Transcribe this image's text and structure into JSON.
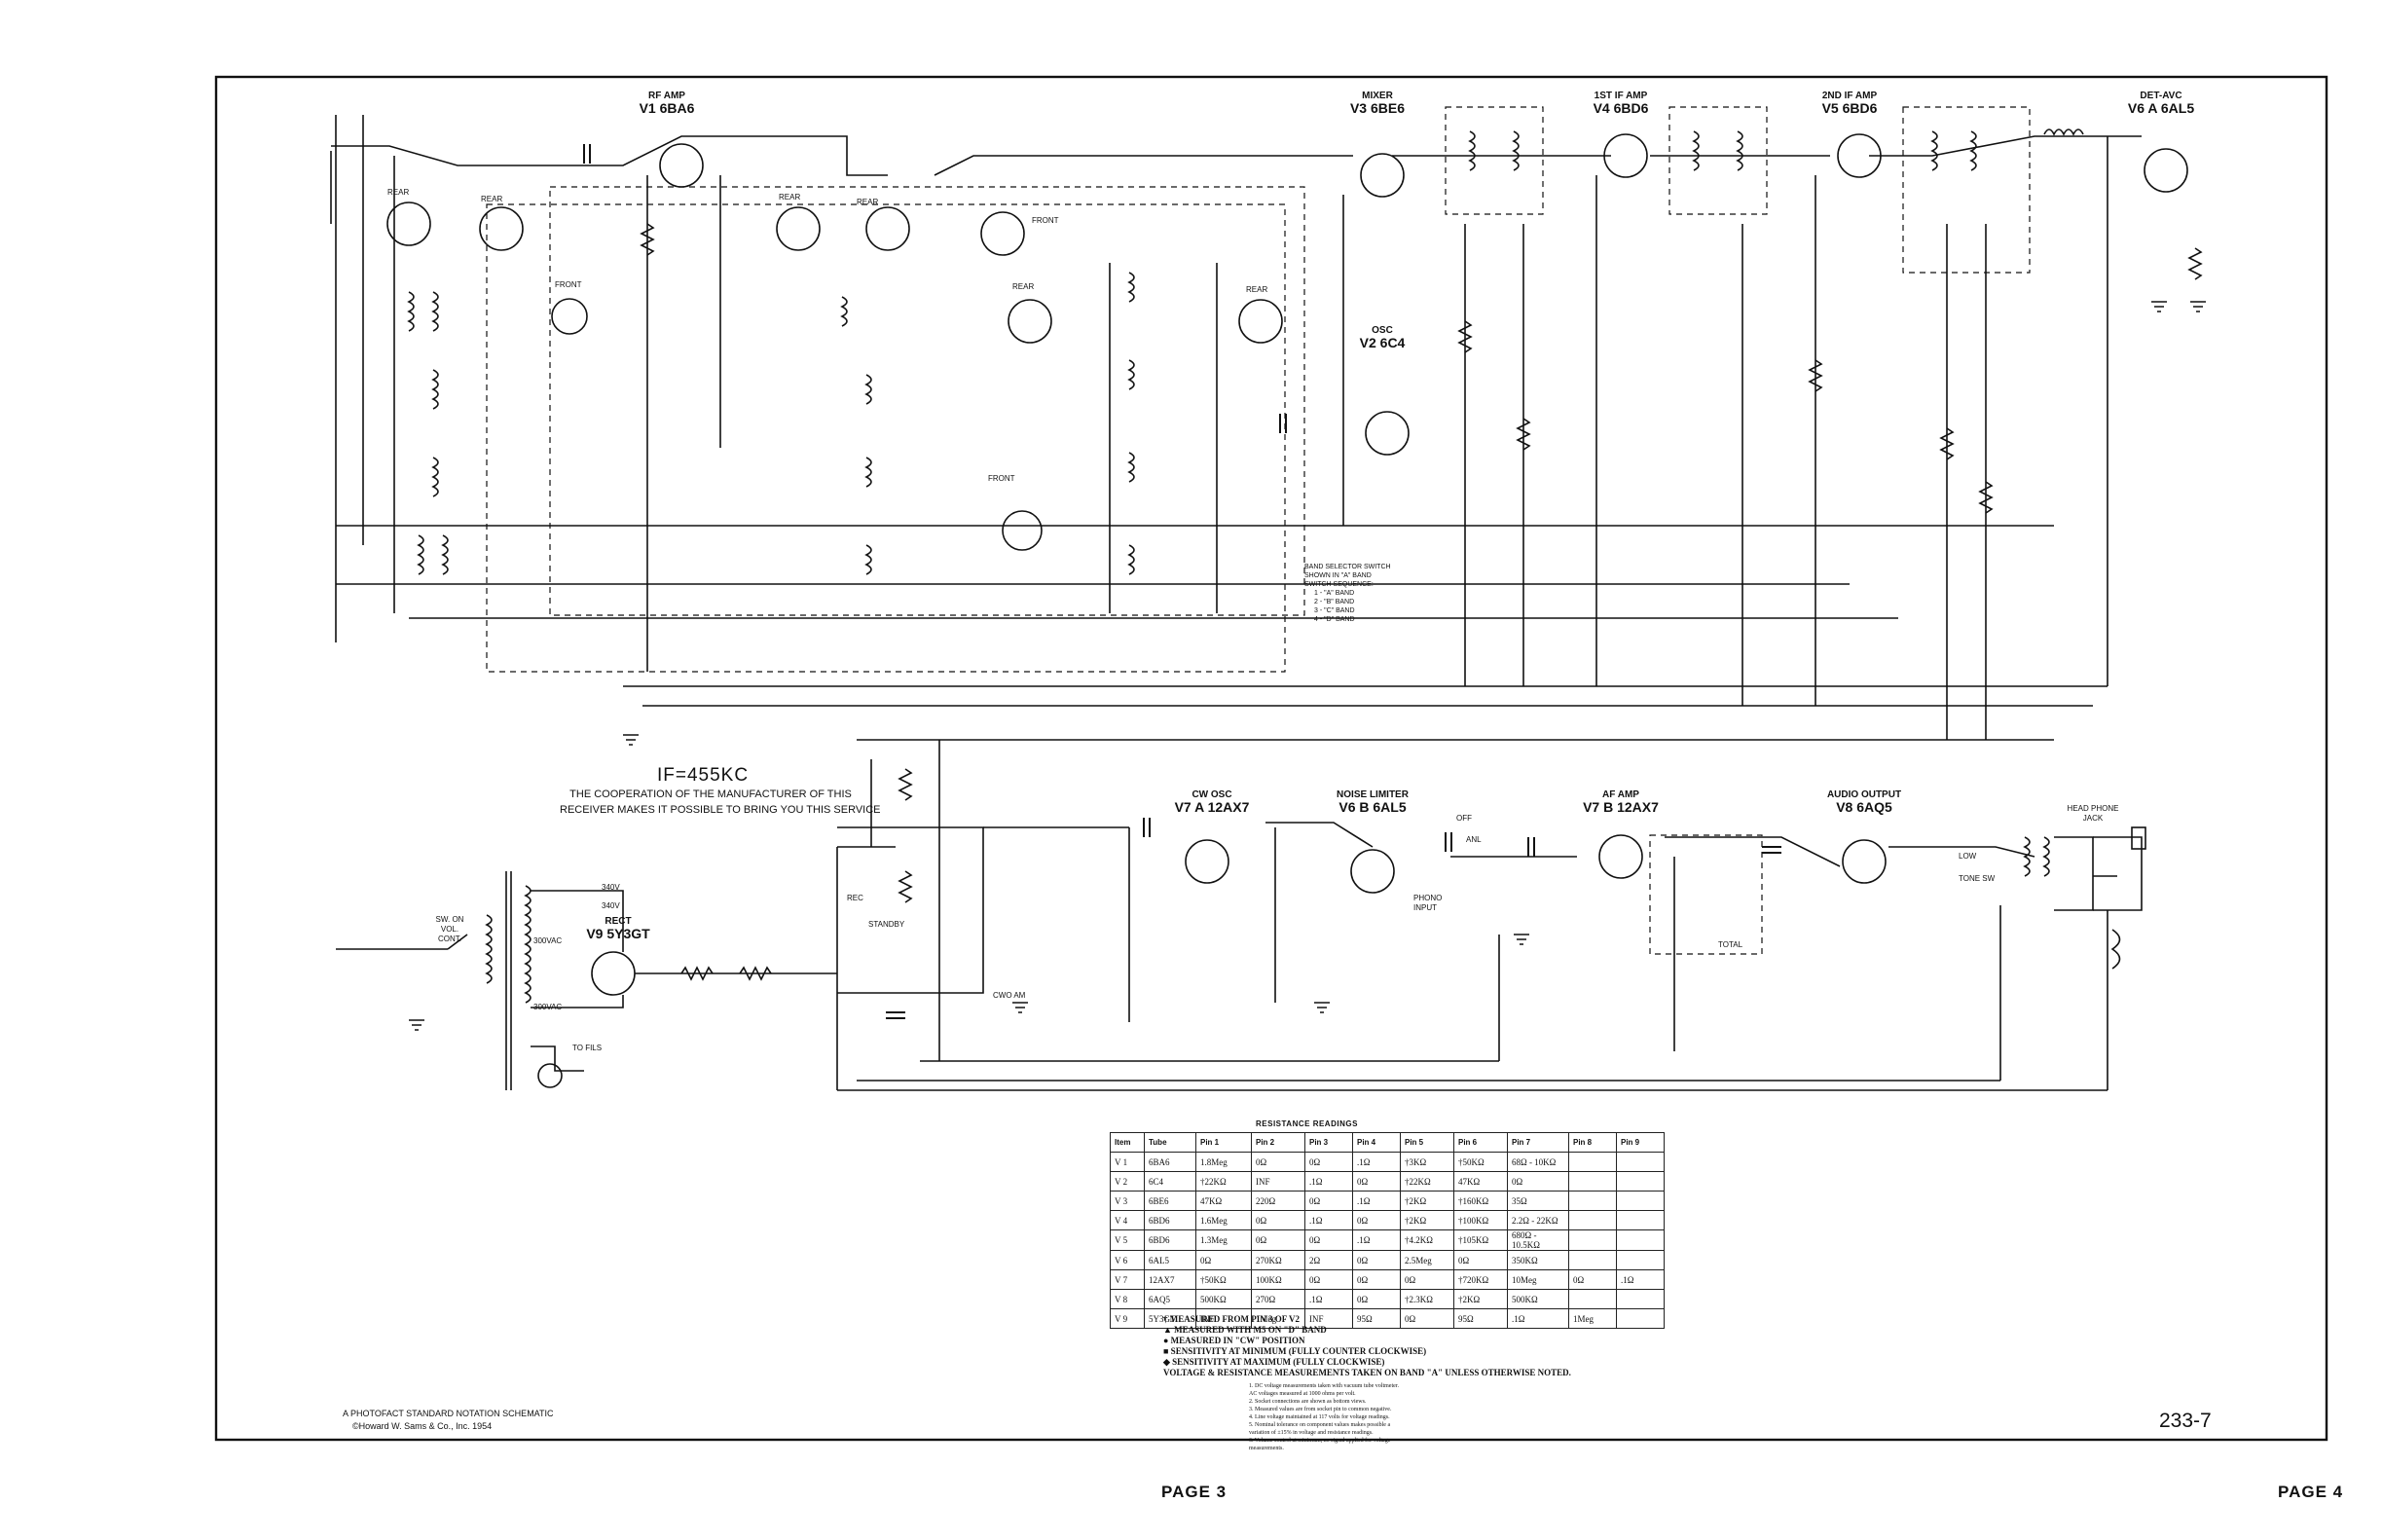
{
  "tubes": [
    {
      "id": "v1",
      "role": "RF AMP",
      "ref": "V1",
      "type": "6BA6"
    },
    {
      "id": "v3",
      "role": "MIXER",
      "ref": "V3",
      "type": "6BE6"
    },
    {
      "id": "v4",
      "role": "1ST IF AMP",
      "ref": "V4",
      "type": "6BD6"
    },
    {
      "id": "v5",
      "role": "2ND IF AMP",
      "ref": "V5",
      "type": "6BD6"
    },
    {
      "id": "v6a",
      "role": "DET-AVC",
      "ref": "V6",
      "type": "A 6AL5"
    },
    {
      "id": "v2",
      "role": "OSC",
      "ref": "V2",
      "type": "6C4"
    },
    {
      "id": "v7a",
      "role": "CW OSC",
      "ref": "V7",
      "type": "A 12AX7"
    },
    {
      "id": "v6b",
      "role": "NOISE LIMITER",
      "ref": "V6",
      "type": "B 6AL5"
    },
    {
      "id": "v7b",
      "role": "AF AMP",
      "ref": "V7",
      "type": "B 12AX7"
    },
    {
      "id": "v8",
      "role": "AUDIO OUTPUT",
      "ref": "V8",
      "type": "6AQ5"
    },
    {
      "id": "v9",
      "role": "RECT",
      "ref": "V9",
      "type": "5Y3GT"
    }
  ],
  "notes": {
    "if_freq": "IF=455KC",
    "cooperation_line1": "THE COOPERATION OF THE MANUFACTURER OF THIS",
    "cooperation_line2": "RECEIVER MAKES IT POSSIBLE TO BRING YOU THIS SERVICE",
    "credit_line1": "A PHOTOFACT STANDARD NOTATION SCHEMATIC",
    "credit_line2": "©Howard W. Sams & Co., Inc. 1954",
    "page_left": "PAGE 3",
    "page_right": "PAGE 4",
    "code": "233-7"
  },
  "labels": {
    "rear": "REAR",
    "front": "FRONT",
    "head_phone_jack": "HEAD PHONE JACK",
    "phono_input": "PHONO INPUT",
    "to_fils": "TO FILS",
    "sw_on_vol_cont": "SW. ON VOL. CONT.",
    "standby": "STANDBY",
    "rec": "REC",
    "cwo_am": "CWO AM",
    "tone_sw": "TONE SW",
    "high_low": "LOW",
    "total": "TOTAL",
    "anl_off": "OFF",
    "anl": "ANL",
    "v340a": "340V",
    "v340b": "340V",
    "v300vac_a": "300VAC",
    "v300vac_b": "300VAC",
    "band_switch": [
      "BAND SELECTOR SWITCH",
      "SHOWN IN \"A\" BAND",
      "SWITCH SEQUENCE:",
      "1 - \"A\" BAND",
      "2 - \"B\" BAND",
      "3 - \"C\" BAND",
      "4 - \"D\" BAND"
    ]
  },
  "resistance": {
    "title": "RESISTANCE READINGS",
    "headers": [
      "Item",
      "Tube",
      "Pin 1",
      "Pin 2",
      "Pin 3",
      "Pin 4",
      "Pin 5",
      "Pin 6",
      "Pin 7",
      "Pin 8",
      "Pin 9"
    ],
    "rows": [
      [
        "V 1",
        "6BA6",
        "1.8Meg",
        "0Ω",
        "0Ω",
        ".1Ω",
        "†3KΩ",
        "†50KΩ",
        "68Ω - 10KΩ",
        "",
        ""
      ],
      [
        "V 2",
        "6C4",
        "†22KΩ",
        "INF",
        ".1Ω",
        "0Ω",
        "†22KΩ",
        "47KΩ",
        "0Ω",
        "",
        ""
      ],
      [
        "V 3",
        "6BE6",
        "47KΩ",
        "220Ω",
        "0Ω",
        ".1Ω",
        "†2KΩ",
        "†160KΩ",
        "35Ω",
        "",
        ""
      ],
      [
        "V 4",
        "6BD6",
        "1.6Meg",
        "0Ω",
        ".1Ω",
        "0Ω",
        "†2KΩ",
        "†100KΩ",
        "2.2Ω - 22KΩ",
        "",
        ""
      ],
      [
        "V 5",
        "6BD6",
        "1.3Meg",
        "0Ω",
        "0Ω",
        ".1Ω",
        "†4.2KΩ",
        "†105KΩ",
        "680Ω - 10.5KΩ",
        "",
        ""
      ],
      [
        "V 6",
        "6AL5",
        "0Ω",
        "270KΩ",
        "2Ω",
        "0Ω",
        "2.5Meg",
        "0Ω",
        "350KΩ",
        "",
        ""
      ],
      [
        "V 7",
        "12AX7",
        "†50KΩ",
        "100KΩ",
        "0Ω",
        "0Ω",
        "0Ω",
        "†720KΩ",
        "10Meg",
        "0Ω",
        ".1Ω"
      ],
      [
        "V 8",
        "6AQ5",
        "500KΩ",
        "270Ω",
        ".1Ω",
        "0Ω",
        "†2.3KΩ",
        "†2KΩ",
        "500KΩ",
        "",
        ""
      ],
      [
        "V 9",
        "5Y3GT",
        "INF",
        "1Meg",
        "INF",
        "95Ω",
        "0Ω",
        "95Ω",
        ".1Ω",
        "1Meg",
        ""
      ]
    ],
    "legend": [
      "† MEASURED FROM PIN 3 OF V2",
      "▲ MEASURED WITH M5 ON \"D\" BAND",
      "● MEASURED IN \"CW\" POSITION",
      "■ SENSITIVITY AT MINIMUM (FULLY COUNTER CLOCKWISE)",
      "◆ SENSITIVITY AT MAXIMUM (FULLY CLOCKWISE)",
      "VOLTAGE & RESISTANCE MEASUREMENTS TAKEN ON BAND \"A\" UNLESS OTHERWISE NOTED."
    ],
    "footnotes": [
      "1. DC voltage measurements taken with vacuum tube voltmeter.",
      "   AC voltages measured at 1000 ohms per volt.",
      "2. Socket connections are shown as bottom views.",
      "3. Measured values are from socket pin to common negative.",
      "4. Line voltage maintained at 117 volts for voltage readings.",
      "5. Nominal tolerance on component values makes possible a",
      "   variation of ±15% in voltage and resistance readings.",
      "6. Volume control at minimum, no signal applied for voltage",
      "   measurements."
    ]
  }
}
